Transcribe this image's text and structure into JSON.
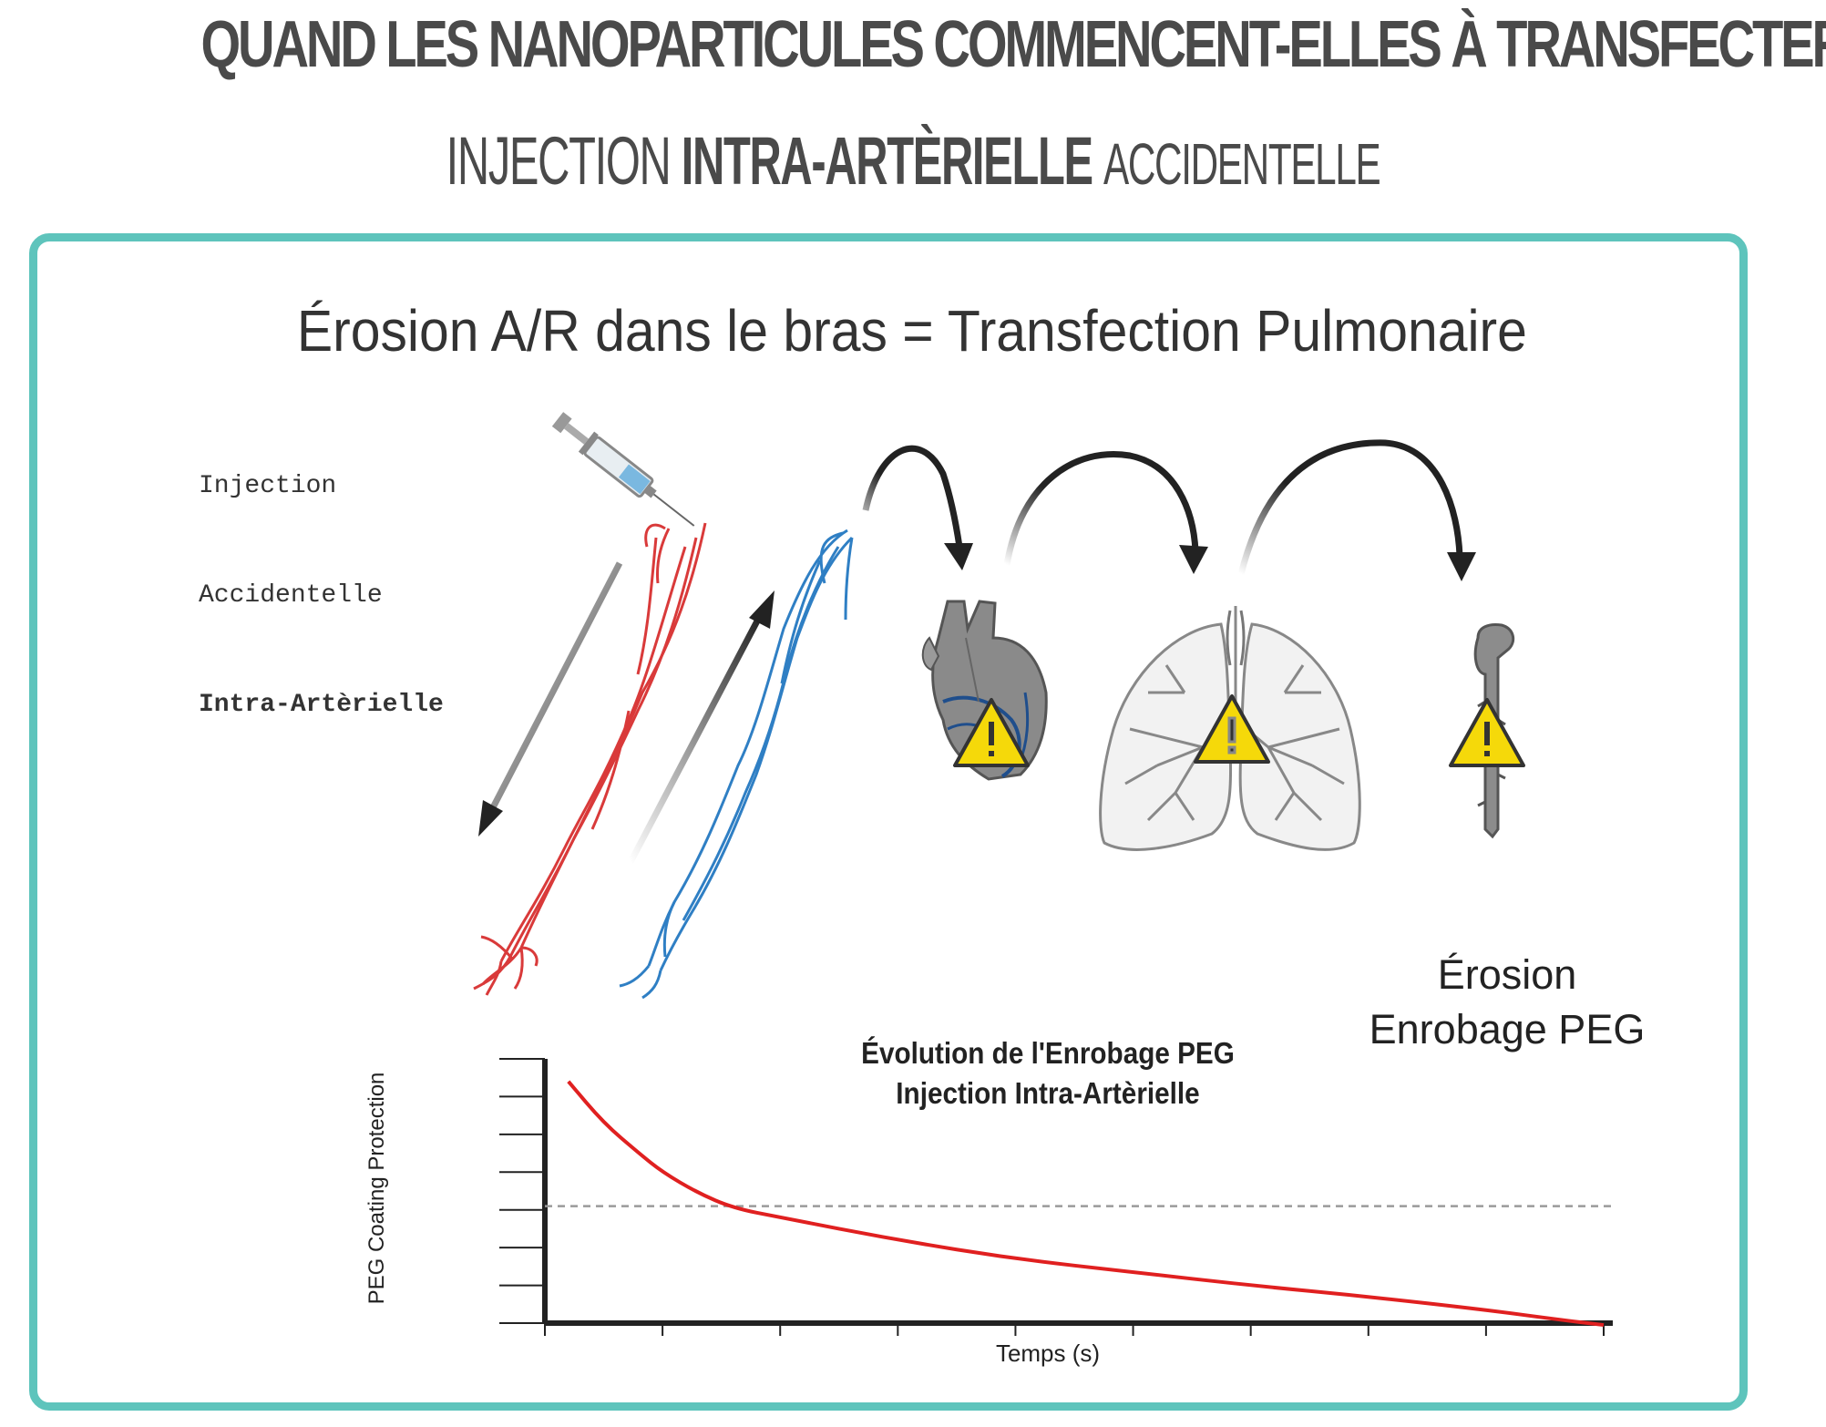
{
  "header": {
    "title": "QUAND LES NANOPARTICULES COMMENCENT-ELLES À TRANSFECTER?",
    "subtitle_prefix": "INJECTION",
    "subtitle_bold": "INTRA-ARTÈRIELLE",
    "subtitle_suffix": "ACCIDENTELLE"
  },
  "panel": {
    "heading": "Érosion A/R dans le bras = Transfection Pulmonaire",
    "injection_label": [
      "Injection",
      "Accidentelle",
      "Intra-Artèrielle"
    ],
    "erosion_label": [
      "Érosion",
      "Enrobage PEG"
    ],
    "accent_color": "#5ec4bc",
    "artery_color": "#d93a3a",
    "vein_color": "#2f7fc4",
    "warning_color": "#f5d90a"
  },
  "icons": [
    "syringe-icon",
    "arm-artery-icon",
    "arm-vein-icon",
    "heart-icon",
    "lungs-icon",
    "aorta-icon",
    "warning-icon"
  ],
  "chart_data": {
    "type": "line",
    "title": "Évolution de l'Enrobage  PEG\nInjection Intra-Artèrielle",
    "title_lines": [
      "Évolution de l'Enrobage  PEG",
      "Injection Intra-Artèrielle"
    ],
    "xlabel": "Temps (s)",
    "ylabel": "PEG Coating Protection",
    "xlim": [
      0,
      9
    ],
    "ylim": [
      0,
      7
    ],
    "grid": false,
    "threshold": 3.1,
    "series": [
      {
        "color": "#e02020",
        "x": [
          0.2,
          0.5,
          0.8,
          1.0,
          1.3,
          1.6,
          2.0,
          3.0,
          4.0,
          5.0,
          6.0,
          7.0,
          8.0,
          8.6,
          9.0
        ],
        "y": [
          6.4,
          5.3,
          4.5,
          4.0,
          3.45,
          3.05,
          2.8,
          2.2,
          1.7,
          1.35,
          1.0,
          0.7,
          0.35,
          0.1,
          -0.05
        ]
      }
    ]
  }
}
